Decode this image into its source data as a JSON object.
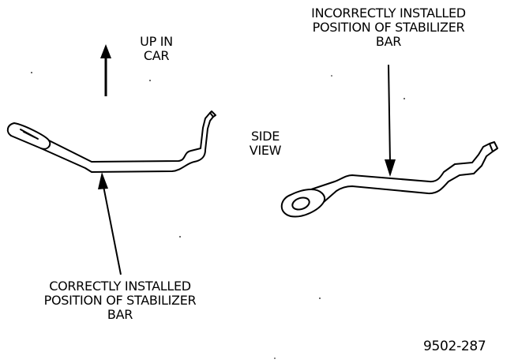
{
  "labels": {
    "up_in_car": [
      "UP IN",
      "CAR"
    ],
    "side_view": [
      "SIDE",
      "VIEW"
    ],
    "incorrect": [
      "INCORRECTLY INSTALLED",
      "POSITION OF STABILIZER",
      "BAR"
    ],
    "correct": [
      "CORRECTLY INSTALLED",
      "POSITION OF STABILIZER",
      "BAR"
    ],
    "figure_number": "9502-287"
  },
  "colors": {
    "ink": "#000000",
    "background": "#ffffff"
  }
}
